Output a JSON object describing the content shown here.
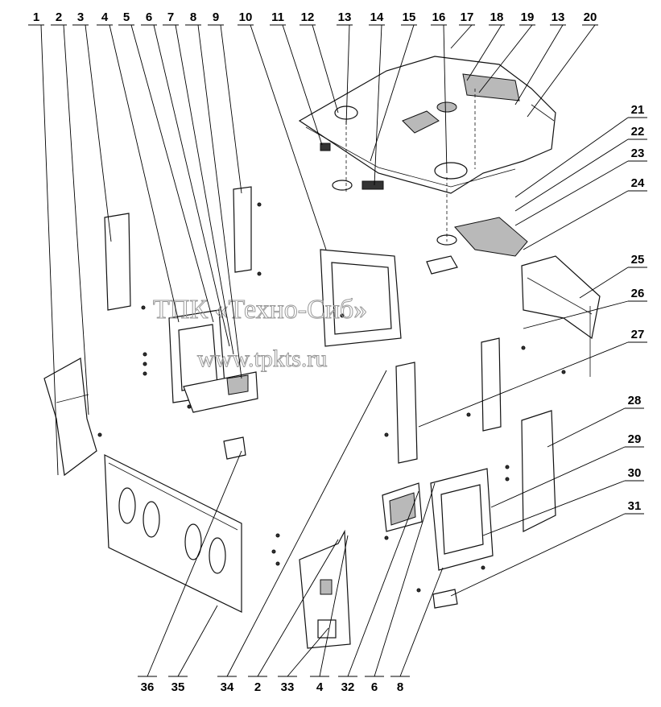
{
  "watermark": {
    "line1": "ТПК «Техно-Сиб»",
    "line2": "www.tpkts.ru"
  },
  "callouts_top": [
    "1",
    "2",
    "3",
    "4",
    "5",
    "6",
    "7",
    "8",
    "9",
    "10",
    "11",
    "12",
    "13",
    "14",
    "15",
    "16",
    "17",
    "18",
    "19",
    "13",
    "20"
  ],
  "callouts_right": [
    "21",
    "22",
    "23",
    "24",
    "25",
    "26",
    "27",
    "28",
    "29",
    "30",
    "31"
  ],
  "callouts_bottom": [
    "36",
    "35",
    "34",
    "2",
    "33",
    "4",
    "32",
    "6",
    "8"
  ]
}
